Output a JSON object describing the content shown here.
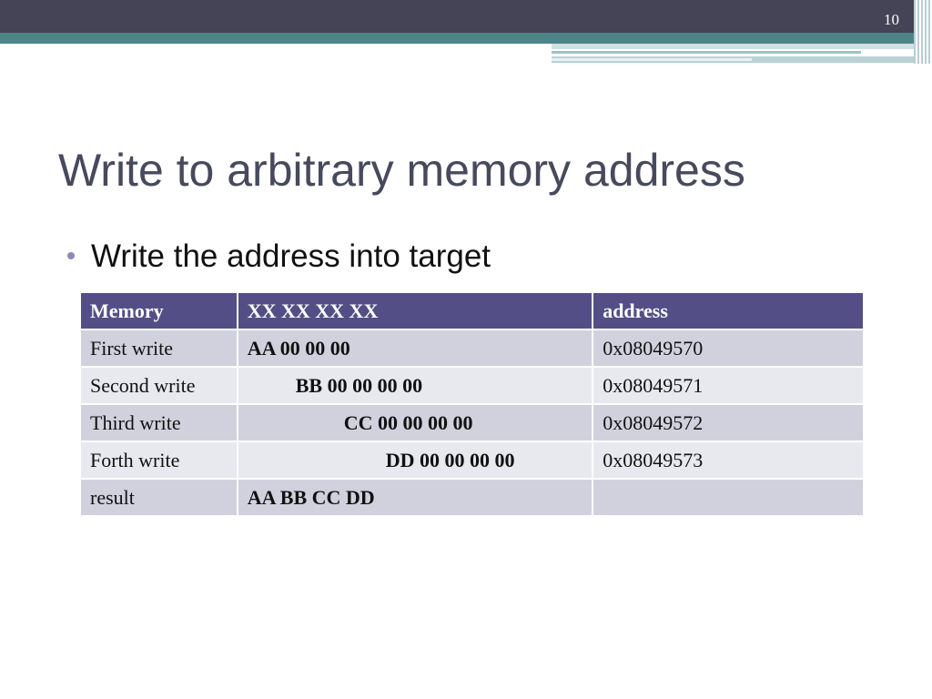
{
  "slide": {
    "number": "10",
    "title": "Write to arbitrary memory address",
    "bullet": "Write the address into target"
  },
  "table": {
    "headers": [
      "Memory",
      "XX XX XX XX",
      "address"
    ],
    "rows": [
      {
        "memory": "First write",
        "value": "AA  00  00 00",
        "address": "0x08049570"
      },
      {
        "memory": "Second write",
        "value": "BB  00 00 00 00",
        "address": "0x08049571"
      },
      {
        "memory": "Third write",
        "value": "CC 00 00 00 00",
        "address": "0x08049572"
      },
      {
        "memory": "Forth write",
        "value": "DD 00 00 00 00",
        "address": "0x08049573"
      },
      {
        "memory": "result",
        "value": "AA  BB  CC  DD",
        "address": ""
      }
    ]
  },
  "colors": {
    "top_bar": "#454356",
    "teal_band": "#4e8487",
    "table_header": "#534f86",
    "row_odd": "#d1d1de",
    "row_even": "#e8e8ef",
    "title_text": "#464a5c",
    "bullet_dot": "#8b8ab8"
  }
}
